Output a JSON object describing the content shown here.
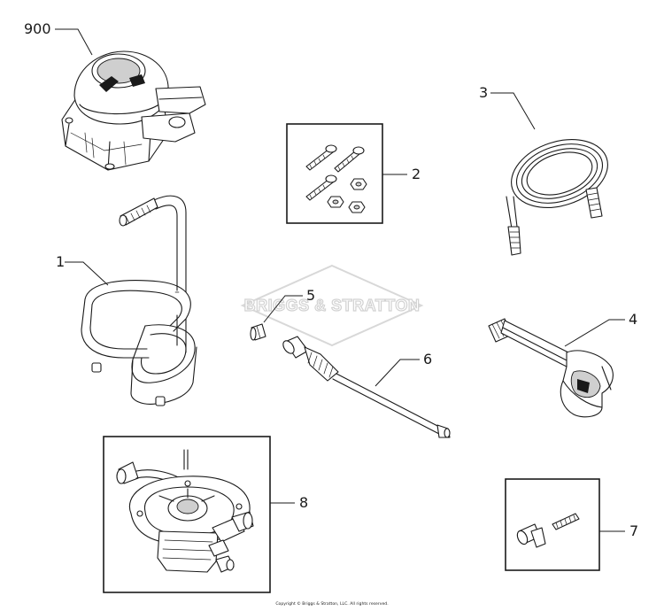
{
  "diagram": {
    "callouts": {
      "c900": "900",
      "c1": "1",
      "c2": "2",
      "c3": "3",
      "c4": "4",
      "c5": "5",
      "c6": "6",
      "c7": "7",
      "c8": "8"
    },
    "watermark": "BRIGGS & STRATTON",
    "copyright": "Copyright © Briggs & Stratton, LLC. All rights reserved."
  }
}
